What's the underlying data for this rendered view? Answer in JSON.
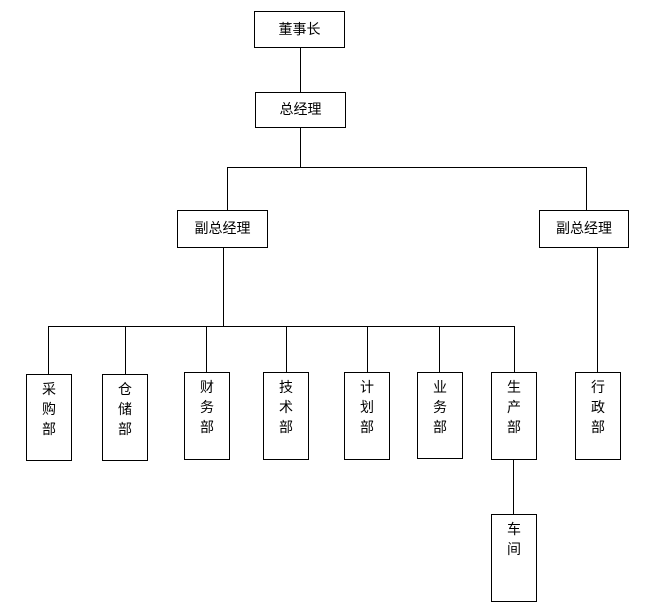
{
  "chairman": "董事长",
  "general_manager": "总经理",
  "deputy_left": "副总经理",
  "deputy_right": "副总经理",
  "departments": {
    "purchasing": "采购部",
    "warehouse": "仓储部",
    "finance": "财务部",
    "technology": "技术部",
    "planning": "计划部",
    "business": "业务部",
    "production": "生产部",
    "administration": "行政部"
  },
  "workshop": "车间"
}
